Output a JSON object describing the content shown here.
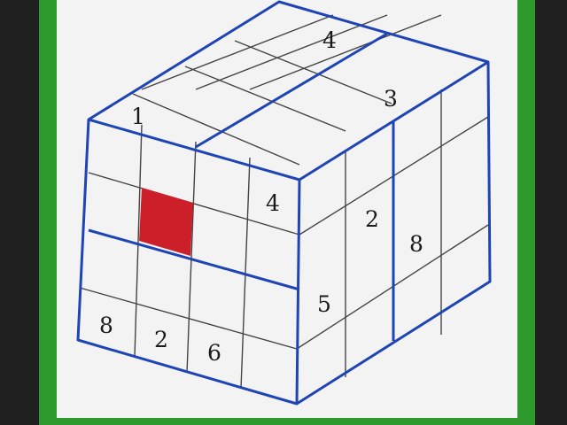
{
  "puzzle": {
    "colors": {
      "background": "#1f1f1f",
      "frame": "#2e9a2e",
      "card": "#f3f3f3",
      "outline": "#1f45b5",
      "inner_grid": "#444444",
      "highlight": "#cc1f2a"
    },
    "top_face_numbers": [
      "4",
      "1",
      "3"
    ],
    "front_face_numbers": [
      "4",
      "8",
      "2",
      "6"
    ],
    "right_face_numbers": [
      "2",
      "8",
      "5"
    ],
    "highlighted_cell": "front face, row 2, column 2"
  }
}
